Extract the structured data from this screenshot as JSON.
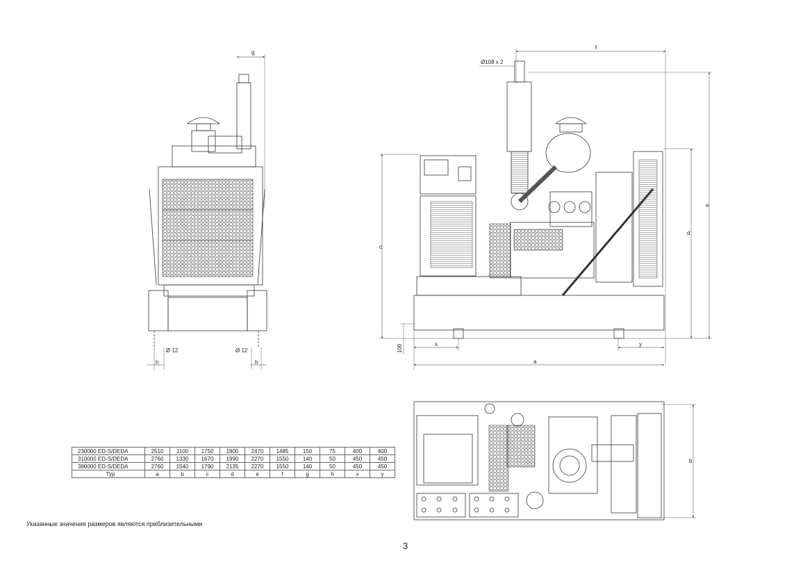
{
  "dimensions": {
    "g": "g",
    "h": "h",
    "f": "f",
    "c": "c",
    "d": "d",
    "e": "e",
    "x": "x",
    "y": "y",
    "a": "a",
    "b": "b",
    "hole": "Ø 12",
    "exhaust": "Ø108 x 2",
    "base_height": "100"
  },
  "table": {
    "rows": [
      {
        "model": "230000 ED-S/DEDA",
        "values": [
          "2510",
          "1100",
          "1750",
          "1800",
          "2470",
          "1485",
          "150",
          "75",
          "400",
          "400"
        ]
      },
      {
        "model": "310000 ED-S/DEDA",
        "values": [
          "2760",
          "1330",
          "1670",
          "1990",
          "2270",
          "1550",
          "140",
          "50",
          "450",
          "450"
        ]
      },
      {
        "model": "380000 ED-S/DEDA",
        "values": [
          "2760",
          "1540",
          "1790",
          "2135",
          "2270",
          "1550",
          "140",
          "50",
          "450",
          "450"
        ]
      }
    ],
    "header": {
      "model": "Typ",
      "values": [
        "a",
        "b",
        "c",
        "d",
        "e",
        "f",
        "g",
        "h",
        "x",
        "y"
      ]
    }
  },
  "note": "Указанные значения размеров являются приблизительными",
  "page_number": "3"
}
